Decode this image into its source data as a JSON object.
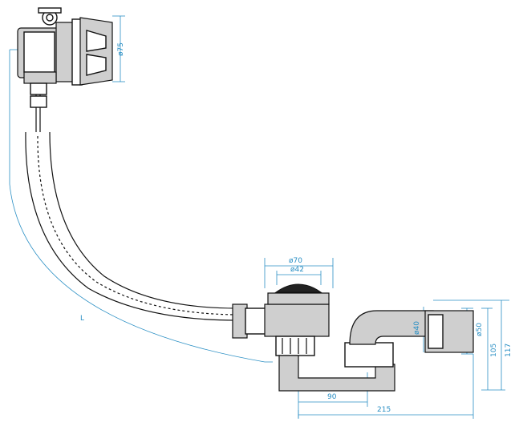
{
  "dimensions": {
    "d75": "ø75",
    "d70": "ø70",
    "d42": "ø42",
    "d40": "ø40",
    "d50": "ø50",
    "h105": "105",
    "h117": "117",
    "w90": "90",
    "w215": "215",
    "length_label": "L"
  },
  "colors": {
    "dimension": "#2a8fc4",
    "outline": "#111111",
    "fill": "#cfcfcf"
  }
}
